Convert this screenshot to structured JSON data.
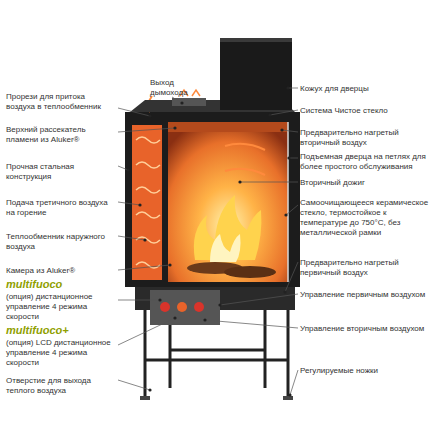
{
  "diagram": {
    "labels": [
      "Прорези для притока воздуха в теплообменник",
      "Выход дымохода",
      "Верхний рассекатель пламени из Aluker®",
      "Прочная стальная конструкция",
      "Подача третичного воздуха на горение",
      "Теплообменник наружного воздуха",
      "Камера из Aluker®",
      "multifuoco",
      "(опция) дистанционное управление 4 режима скорости",
      "multifuoco+",
      "(опция) LCD дистанционное управление 4 режима скорости",
      "Отверстие для выхода теплого воздуха",
      "Кожух для дверцы",
      "Система Чистое стекло",
      "Предварительно нагретый вторичный воздух",
      "Подъемная дверца на петлях для более простого обслуживания",
      "Вторичный дожиг",
      "Самоочищающееся керамическое стекло, термостойкое к температуре до 750°C, без металлической рамки",
      "Предварительно нагретый первичный воздух",
      "Управление первичным воздухом",
      "Управление вторичным воздухом",
      "Регулируемые ножки"
    ]
  }
}
